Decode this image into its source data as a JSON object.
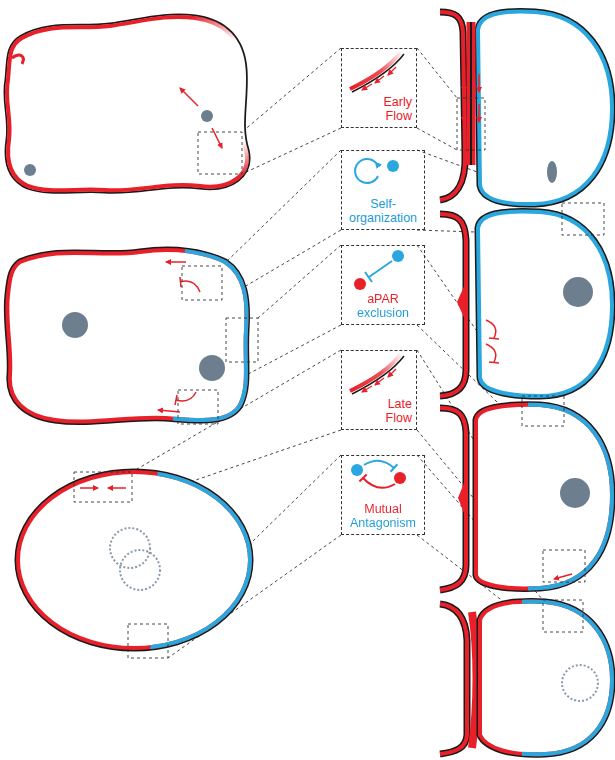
{
  "diagram": {
    "nodes": [
      {
        "text": [
          "Early Flow"
        ]
      },
      {
        "text": [
          "Self-organization"
        ]
      },
      {
        "text": [
          "aPAR exclusion"
        ]
      },
      {
        "text": [
          "Late Flow"
        ]
      },
      {
        "text": [
          "Mutual Antagonism"
        ]
      }
    ]
  }
}
